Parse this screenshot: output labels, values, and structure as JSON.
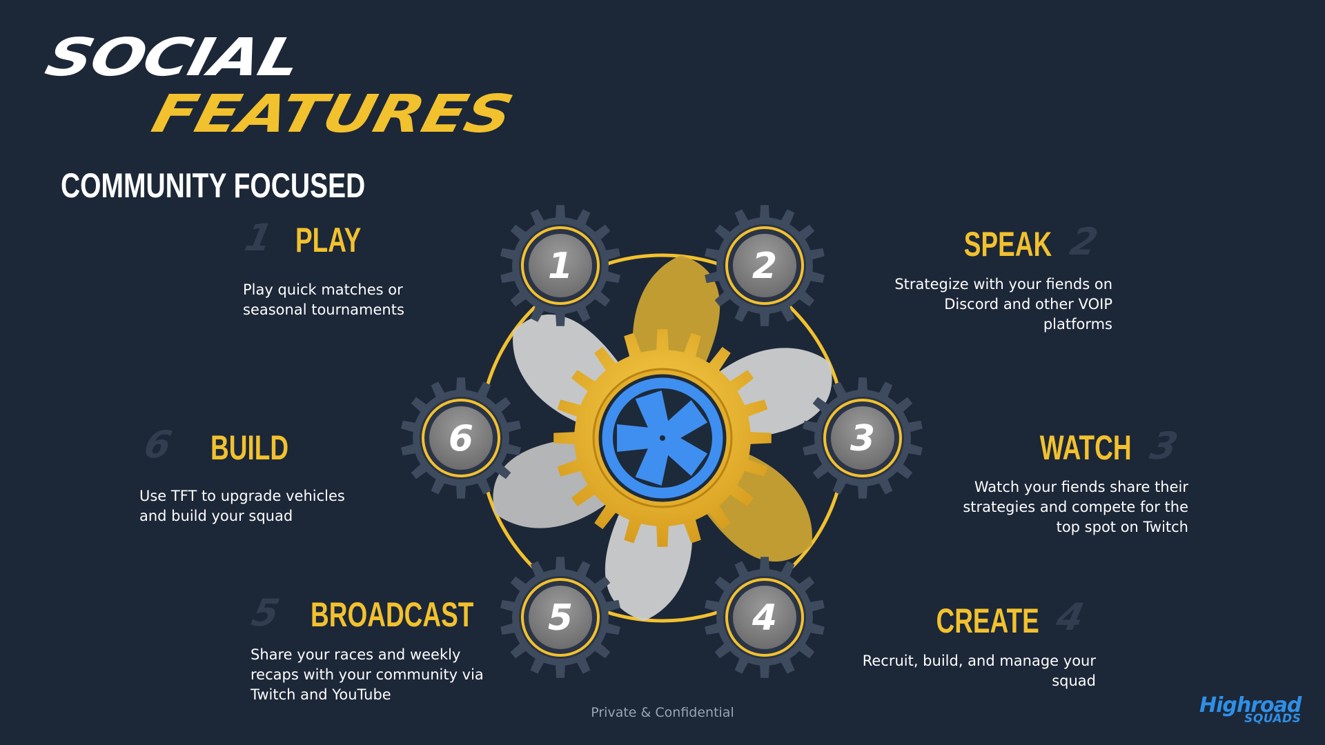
{
  "title": {
    "line1": "SOCIAL",
    "line2": "FEATURES"
  },
  "subtitle": "COMMUNITY FOCUSED",
  "steps": [
    {
      "num": "1",
      "title": "PLAY",
      "desc": "Play quick matches or seasonal tournaments"
    },
    {
      "num": "2",
      "title": "SPEAK",
      "desc": "Strategize with your fiends on Discord and other VOIP platforms"
    },
    {
      "num": "3",
      "title": "WATCH",
      "desc": "Watch your fiends share their strategies and compete for the top spot on Twitch"
    },
    {
      "num": "4",
      "title": "CREATE",
      "desc": "Recruit, build, and manage your squad"
    },
    {
      "num": "5",
      "title": "BROADCAST",
      "desc": "Share your races and weekly recaps with your community via Twitch and YouTube"
    },
    {
      "num": "6",
      "title": "BUILD",
      "desc": "Use TFT to upgrade vehicles and build your squad"
    }
  ],
  "footer": "Private & Confidential",
  "logo": {
    "line1": "Highroad",
    "line2": "SQUADS"
  },
  "colors": {
    "background": "#1c2738",
    "accent": "#f2c12e",
    "wheel": "#3f8ff0",
    "gear_dark": "#3e4a5d",
    "petal_light": "#cfcfcf",
    "petal_gold": "#c9a232"
  },
  "icons": {
    "center": "wheel-icon",
    "gears": "gear-icon"
  }
}
